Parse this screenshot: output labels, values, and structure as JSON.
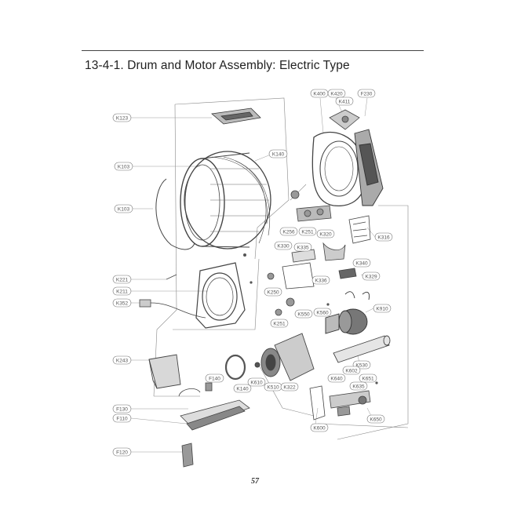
{
  "header": {
    "title": "13-4-1. Drum and Motor Assembly: Electric Type"
  },
  "footer": {
    "page_number": "57"
  },
  "labels": {
    "K123": "K123",
    "K103a": "K103",
    "K103b": "K103",
    "K140": "K140",
    "K221": "K221",
    "K211": "K211",
    "K352": "K352",
    "K243": "K243",
    "F140": "F140",
    "F130": "F130",
    "F110": "F110",
    "F120": "F120",
    "K400": "K400",
    "K420": "K420",
    "K411": "K411",
    "F230": "F230",
    "K256": "K256",
    "K251a": "K251",
    "K320": "K320",
    "K316": "K316",
    "K330": "K330",
    "K335": "K335",
    "K340": "K340",
    "K329": "K329",
    "K336": "K336",
    "K250": "K250",
    "K251b": "K251",
    "K550": "K550",
    "K560": "K560",
    "K910": "K910",
    "K530": "K530",
    "K610": "K610",
    "K140b": "K140",
    "K510": "K510",
    "K322": "K322",
    "K640": "K640",
    "K602": "K602",
    "K651": "K651",
    "K635": "K635",
    "K650": "K650",
    "K600": "K600"
  }
}
